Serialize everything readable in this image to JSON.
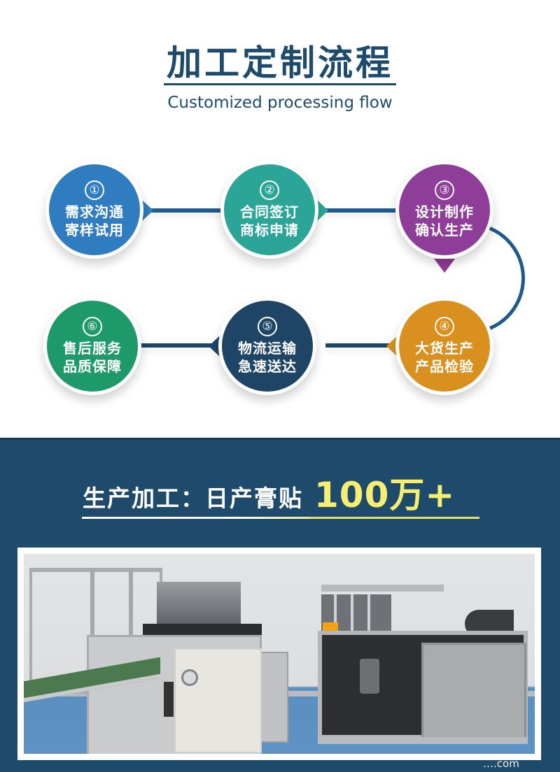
{
  "header": {
    "title": "加工定制流程",
    "subtitle": "Customized processing flow"
  },
  "flow": {
    "steps": [
      {
        "number": "①",
        "line1": "需求沟通",
        "line2": "寄样试用",
        "color": "#2f7dc0"
      },
      {
        "number": "②",
        "line1": "合同签订",
        "line2": "商标申请",
        "color": "#2aa597"
      },
      {
        "number": "③",
        "line1": "设计制作",
        "line2": "确认生产",
        "color": "#8e3e98"
      },
      {
        "number": "④",
        "line1": "大货生产",
        "line2": "产品检验",
        "color": "#d9901e"
      },
      {
        "number": "⑤",
        "line1": "物流运输",
        "line2": "急速送达",
        "color": "#1e4566"
      },
      {
        "number": "⑥",
        "line1": "售后服务",
        "line2": "品质保障",
        "color": "#1e9a6a"
      }
    ],
    "connector_color": "#1e5a8e"
  },
  "production": {
    "label": "生产加工：日产膏贴",
    "highlight": "100万+",
    "highlight_color": "#f5ee70",
    "background": "#1e4a6b"
  },
  "photo": {
    "alt": "production-machines"
  },
  "watermark": {
    "text": "….com"
  }
}
